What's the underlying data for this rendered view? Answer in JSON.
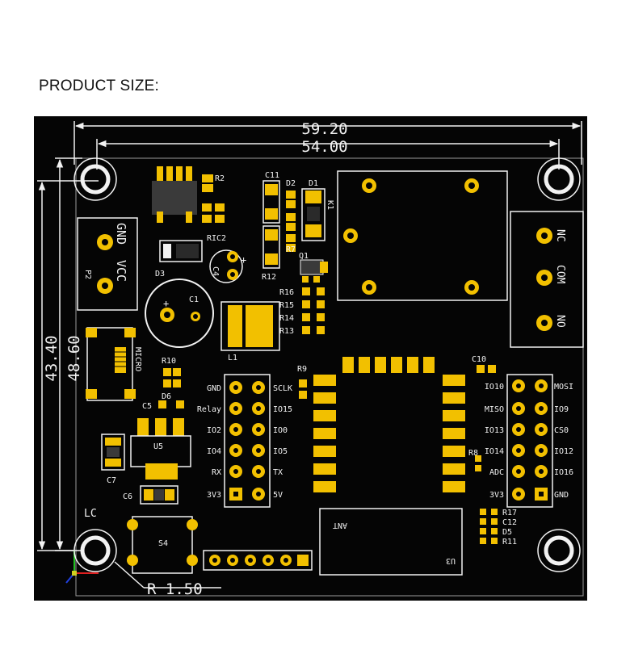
{
  "title": "PRODUCT SIZE:",
  "dimensions": {
    "width_outer": "59.20",
    "width_inner": "54.00",
    "height_inner": "43.40",
    "height_outer": "48.60",
    "hole_radius": "R 1.50"
  },
  "components": {
    "R2": "R2",
    "RIC2": "RIC2",
    "C11": "C11",
    "D2": "D2",
    "D1": "D1",
    "K1": "K1",
    "C4": "C4",
    "D3": "D3",
    "R12": "R12",
    "R7": "R7",
    "Q1": "Q1",
    "R16": "R16",
    "R15": "R15",
    "R14": "R14",
    "R13": "R13",
    "C1": "C1",
    "L1": "L1",
    "P2": "P2",
    "MICRO": "MICRO",
    "R10": "R10",
    "D6": "D6",
    "C5": "C5",
    "U5": "U5",
    "C7": "C7",
    "C6": "C6",
    "S4": "S4",
    "LC": "LC",
    "R9": "R9",
    "C10": "C10",
    "R8": "R8",
    "R17": "R17",
    "C12": "C12",
    "D5": "D5",
    "R11": "R11",
    "U3": "U3",
    "ANT": "ANT",
    "power_sign": "+"
  },
  "connectors": {
    "power_gnd": "GND",
    "power_vcc": "VCC",
    "relay_nc": "NC",
    "relay_com": "COM",
    "relay_no": "NO"
  },
  "left_header": {
    "left": [
      "GND",
      "Relay",
      "IO2",
      "IO4",
      "RX",
      "3V3"
    ],
    "right": [
      "SCLK",
      "IO15",
      "IO0",
      "IO5",
      "TX",
      "5V"
    ]
  },
  "right_header": {
    "left": [
      "IO10",
      "MISO",
      "IO13",
      "IO14",
      "ADC",
      "3V3"
    ],
    "right": [
      "MOSI",
      "IO9",
      "CS0",
      "IO12",
      "IO16",
      "GND"
    ]
  },
  "colors": {
    "board": "#050505",
    "gold": "#f2c000",
    "silk": "#f2f2f2",
    "chip": "#3a3a3a"
  }
}
